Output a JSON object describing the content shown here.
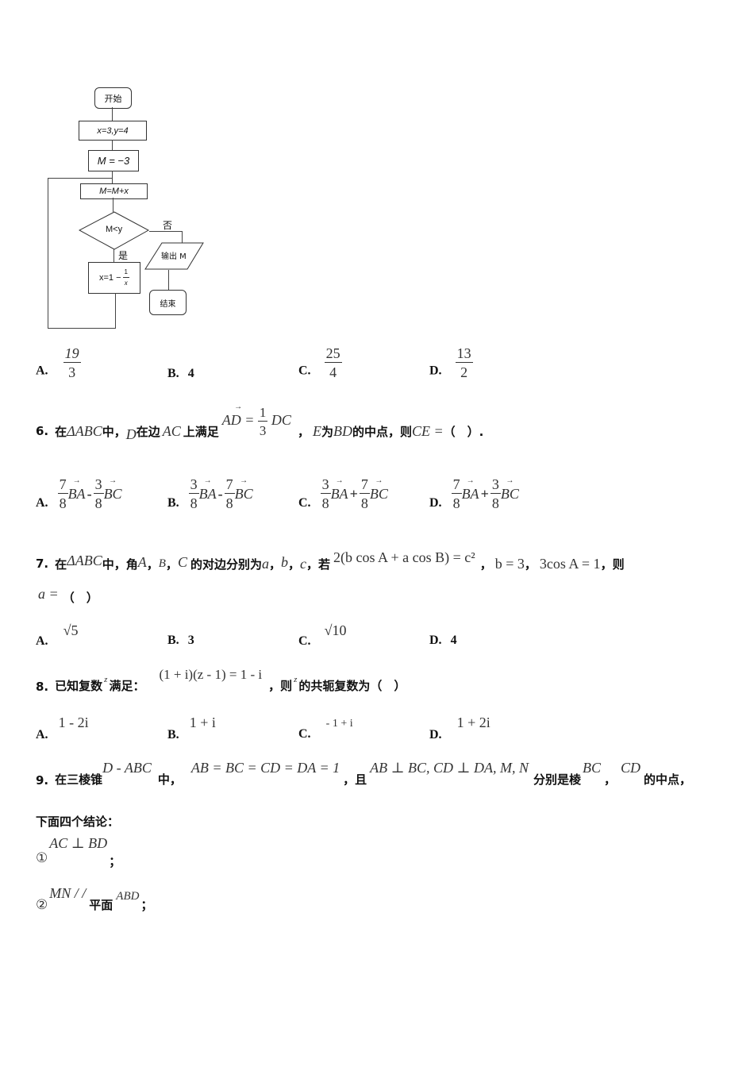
{
  "flowchart": {
    "start": "开始",
    "init_xy": "x=3,y=4",
    "init_m": "M = −3",
    "update_m": "M=M+x",
    "condition": "M<y",
    "yes_label": "是",
    "no_label": "否",
    "update_x_prefix": "x=1 −",
    "update_x_num": "1",
    "update_x_den": "x",
    "output": "输出 M",
    "end": "结束"
  },
  "q5_options": [
    {
      "label": "A.",
      "num": "19",
      "den": "3"
    },
    {
      "label": "B.",
      "value": "4"
    },
    {
      "label": "C.",
      "num": "25",
      "den": "4"
    },
    {
      "label": "D.",
      "num": "13",
      "den": "2"
    }
  ],
  "q6": {
    "number": "6.",
    "t1": "在",
    "m1": "ΔABC",
    "t2": "中，",
    "m2": "D",
    "t3": "在边",
    "m3": "AC",
    "t4": "上满足",
    "eq_left": "AD =",
    "eq_num": "1",
    "eq_den": "3",
    "eq_right": "DC",
    "t5": "，",
    "m4": "E",
    "t6": "为",
    "m5": "BD",
    "t7": "的中点，则",
    "m6": "CE =",
    "t8": "（　）."
  },
  "q6_options": [
    {
      "label": "A.",
      "n1": "7",
      "d1": "8",
      "v1": "BA",
      "op": "-",
      "n2": "3",
      "d2": "8",
      "v2": "BC"
    },
    {
      "label": "B.",
      "n1": "3",
      "d1": "8",
      "v1": "BA",
      "op": "-",
      "n2": "7",
      "d2": "8",
      "v2": "BC"
    },
    {
      "label": "C.",
      "n1": "3",
      "d1": "8",
      "v1": "BA",
      "op": "+",
      "n2": "7",
      "d2": "8",
      "v2": "BC"
    },
    {
      "label": "D.",
      "n1": "7",
      "d1": "8",
      "v1": "BA",
      "op": "+",
      "n2": "3",
      "d2": "8",
      "v2": "BC"
    }
  ],
  "q7": {
    "number": "7.",
    "t1": "在",
    "m1": "ΔABC",
    "t2": "中，角",
    "mA": "A",
    "mB": "B",
    "mC": "C",
    "sep": "，",
    "t3": "的对边分别为",
    "ma": "a",
    "mb": "b",
    "mc": "c",
    "t4": "，若",
    "eq": "2(b cos A + a cos B) = c²",
    "t5": "，",
    "eq2": "b = 3",
    "eq3": "3cos A = 1",
    "t6": "，则",
    "line2_m": "a =",
    "line2_t": "（　）"
  },
  "q7_options": [
    {
      "label": "A.",
      "value": "√5"
    },
    {
      "label": "B.",
      "value": "3"
    },
    {
      "label": "C.",
      "value": "√10"
    },
    {
      "label": "D.",
      "value": "4"
    }
  ],
  "q8": {
    "number": "8.",
    "t1": "已知复数",
    "mz": "z",
    "t2": "满足：",
    "eq": "(1 + i)(z - 1) = 1 - i",
    "t3": "，则",
    "t4": "的共轭复数为（　）"
  },
  "q8_options": [
    {
      "label": "A.",
      "value": "1 - 2i"
    },
    {
      "label": "B.",
      "value": "1 + i"
    },
    {
      "label": "C.",
      "value": "- 1 + i"
    },
    {
      "label": "D.",
      "value": "1 + 2i"
    }
  ],
  "q9": {
    "number": "9.",
    "t1": "在三棱锥",
    "m1": "D - ABC",
    "t2": "中，",
    "m2": "AB = BC = CD = DA = 1",
    "t3": "，且",
    "m3": "AB ⊥ BC, CD ⊥ DA, M, N",
    "t4": "分别是棱",
    "m4": "BC",
    "t5": "，",
    "m5": "CD",
    "t6": "的中点，",
    "line2": "下面四个结论：",
    "c1_mark": "①",
    "c1_m": "AC ⊥ BD",
    "c1_end": "；",
    "c2_mark": "②",
    "c2_m1": "MN / /",
    "c2_t": "平面",
    "c2_m2": "ABD",
    "c2_end": "；"
  }
}
